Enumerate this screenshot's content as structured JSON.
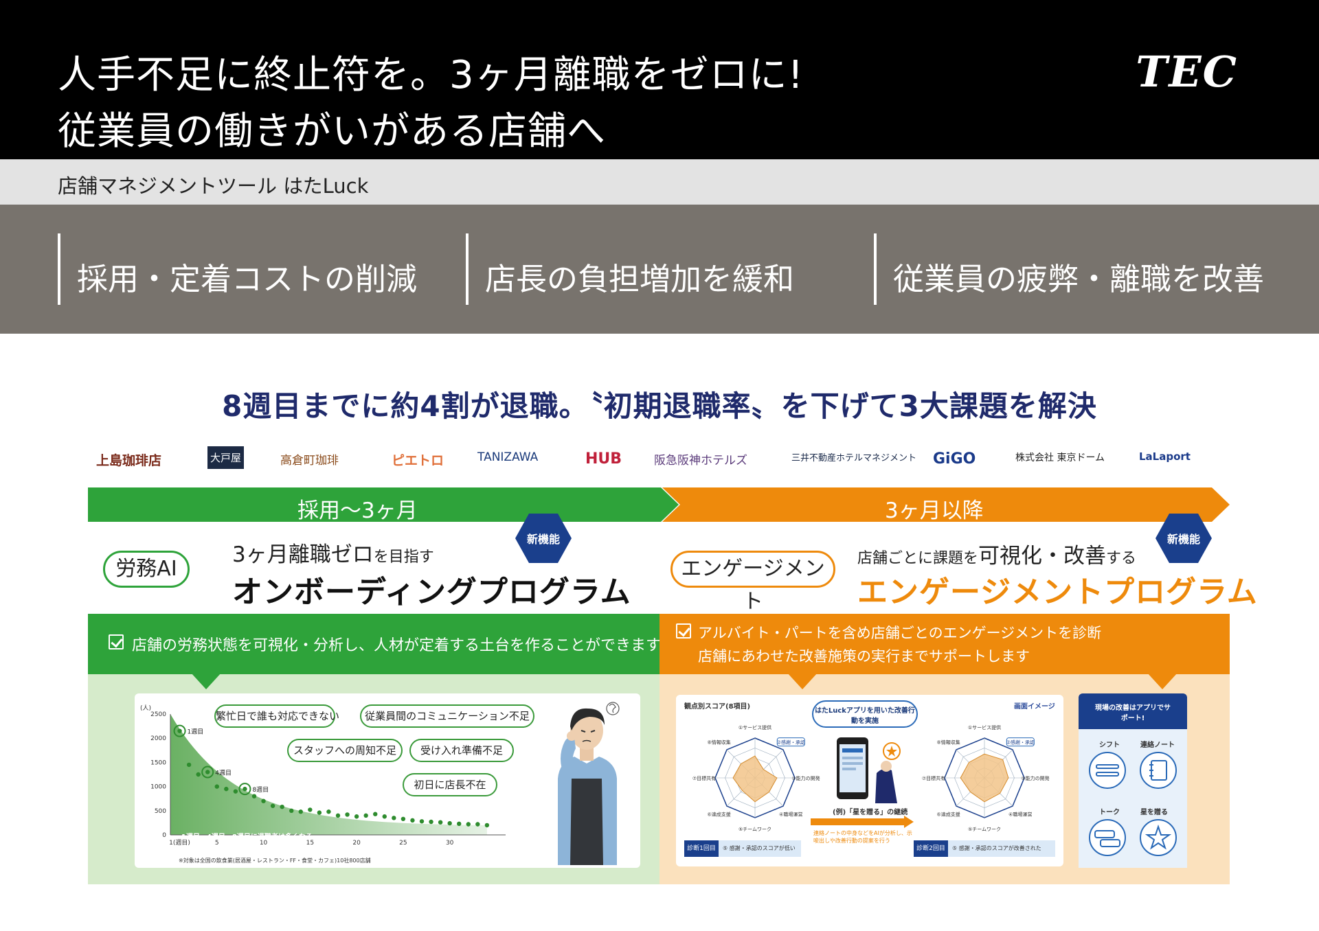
{
  "header": {
    "title_line1": "人手不足に終止符を。3ヶ月離職をゼロに!",
    "title_line2": "従業員の働きがいがある店舗へ",
    "brand_logo": "TEC"
  },
  "subheader": {
    "label": "店舗マネジメントツール はたLuck"
  },
  "issues": [
    "採用・定着コストの削減",
    "店長の負担増加を緩和",
    "従業員の疲弊・離職を改善"
  ],
  "lead": "8週目までに約4割が退職。〝初期退職率〟を下げて3大課題を解決",
  "client_logos": [
    "上島珈琲店",
    "大戸屋",
    "高倉町珈琲",
    "ピエトロ",
    "TANIZAWA",
    "HUB",
    "阪急阪神ホテルズ",
    "三井不動産ホテルマネジメント",
    "GiGO",
    "株式会社 東京ドーム",
    "LaLaport"
  ],
  "timeline": {
    "phase1": "採用〜3ヶ月",
    "phase2": "3ヶ月以降"
  },
  "onboarding": {
    "tag": "労務AI",
    "badge": "新機能",
    "sub_a": "3ヶ月離職ゼロ",
    "sub_b": "を目指す",
    "title": "オンボーディングプログラム",
    "desc": "店舗の労務状態を可視化・分析し、人材が定着する土台を作ることができます",
    "bubbles": [
      "繁忙日で誰も対応できない",
      "従業員間のコミュニケーション不足",
      "スタッフへの周知不足",
      "受け入れ準備不足",
      "初日に店長不在"
    ],
    "note": "1週目、4週目、8週目に退職者は多くなる",
    "footnote": "※対象は全国の飲食業(居酒屋・レストラン・FF・食堂・カフェ)10社800店舗"
  },
  "engagement": {
    "tag": "エンゲージメント",
    "badge": "新機能",
    "sub_a": "店舗ごとに課題を",
    "sub_b": "可視化・改善",
    "sub_c": "する",
    "title": "エンゲージメントプログラム",
    "desc_line1": "アルバイト・パートを含め店舗ごとのエンゲージメントを診断",
    "desc_line2": "店舗にあわせた改善施策の実行までサポートします",
    "radar_title": "観点別スコア(8項目)",
    "screen_label": "画面イメージ",
    "app_bubble": "はたLuckアプリを用いた改善行動を実施",
    "radar_axes": [
      "①サービス提供",
      "②感謝・承認",
      "③能力の開発",
      "④職場運営",
      "⑤チームワーク",
      "⑥達成支援",
      "⑦目標共有",
      "⑧情報収集"
    ],
    "example": "(例)「星を贈る」の継続",
    "ai_note": "連絡ノートの中身などをAIが分析し、示唆出しや改善行動の提案を行う",
    "diag1_label": "診断1回目",
    "diag1_text": "⑤ 感謝・承認のスコアが低い",
    "diag2_label": "診断2回目",
    "diag2_text": "⑤ 感謝・承認のスコアが改善された",
    "support_title": "現場の改善はアプリでサポート!",
    "features": [
      "シフト",
      "連絡ノート",
      "トーク",
      "星を贈る"
    ]
  },
  "chart_data": {
    "type": "scatter",
    "ylabel": "(人)",
    "yticks": [
      0,
      500,
      1000,
      1500,
      2000,
      2500
    ],
    "xticks": [
      "1(週目)",
      "5",
      "10",
      "15",
      "20",
      "25",
      "30"
    ],
    "ylim": [
      0,
      2500
    ],
    "xlim": [
      0,
      36
    ],
    "x": [
      1,
      2,
      3,
      4,
      5,
      6,
      7,
      8,
      9,
      10,
      11,
      12,
      13,
      14,
      15,
      16,
      17,
      18,
      19,
      20,
      21,
      22,
      23,
      24,
      25,
      26,
      27,
      28,
      29,
      30,
      31,
      32,
      33,
      34
    ],
    "values": [
      2150,
      1450,
      1250,
      1300,
      1000,
      950,
      900,
      950,
      800,
      700,
      600,
      580,
      500,
      480,
      520,
      460,
      480,
      400,
      420,
      380,
      400,
      430,
      380,
      350,
      330,
      300,
      280,
      270,
      260,
      240,
      230,
      220,
      220,
      200
    ],
    "highlights": [
      {
        "x": 1,
        "label": "1週目"
      },
      {
        "x": 4,
        "label": "4週目"
      },
      {
        "x": 8,
        "label": "8週目"
      }
    ],
    "colors": {
      "points": "#2e8c2e",
      "area": "#5aa852"
    }
  },
  "colors": {
    "green": "#2ea33a",
    "orange": "#ee8a0c",
    "navy": "#1f2a6b",
    "hex": "#1a3f8c"
  }
}
